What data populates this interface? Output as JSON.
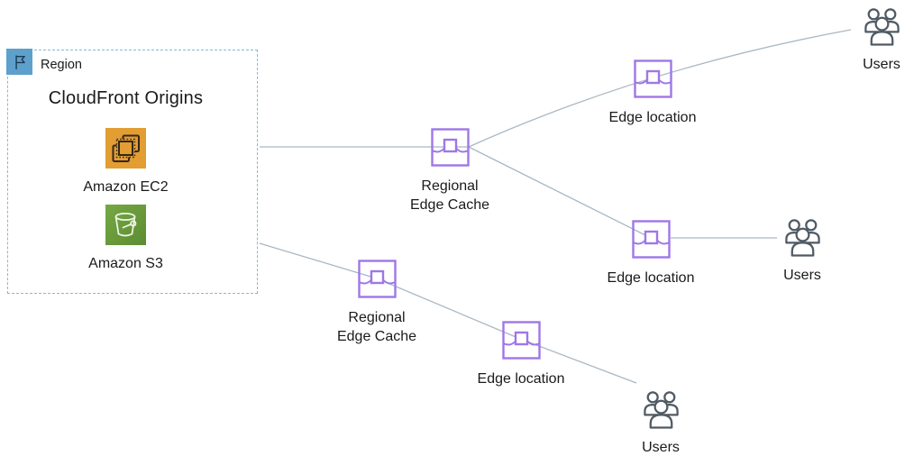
{
  "colors": {
    "connector": "#a9b8c3",
    "region_border": "#82bad9",
    "region_flag_bg": "#5ea0cc",
    "region_flag_glyph": "#1c3a52",
    "edge_node": "#9e77e7",
    "users": "#4f5a64",
    "ec2": "#e29d33",
    "ec2_glyph": "#33281a",
    "s3_light": "#76a845",
    "s3_dark": "#5c8c31",
    "text": "#1a1a1a"
  },
  "icons": {
    "region": "flag-icon",
    "ec2": "ec2-chip-icon",
    "s3": "s3-bucket-icon",
    "edge_node": "edge-node-icon",
    "users": "users-group-icon"
  },
  "region": {
    "label": "Region",
    "title": "CloudFront Origins",
    "services": [
      {
        "label": "Amazon EC2"
      },
      {
        "label": "Amazon S3"
      }
    ]
  },
  "nodes": {
    "regional_edge_cache_top": {
      "line1": "Regional",
      "line2": "Edge Cache"
    },
    "regional_edge_cache_bottom": {
      "line1": "Regional",
      "line2": "Edge Cache"
    },
    "edge_location_top": {
      "label": "Edge location"
    },
    "edge_location_middle": {
      "label": "Edge location"
    },
    "edge_location_bottom": {
      "label": "Edge location"
    },
    "users_top": {
      "label": "Users"
    },
    "users_middle": {
      "label": "Users"
    },
    "users_bottom": {
      "label": "Users"
    }
  }
}
